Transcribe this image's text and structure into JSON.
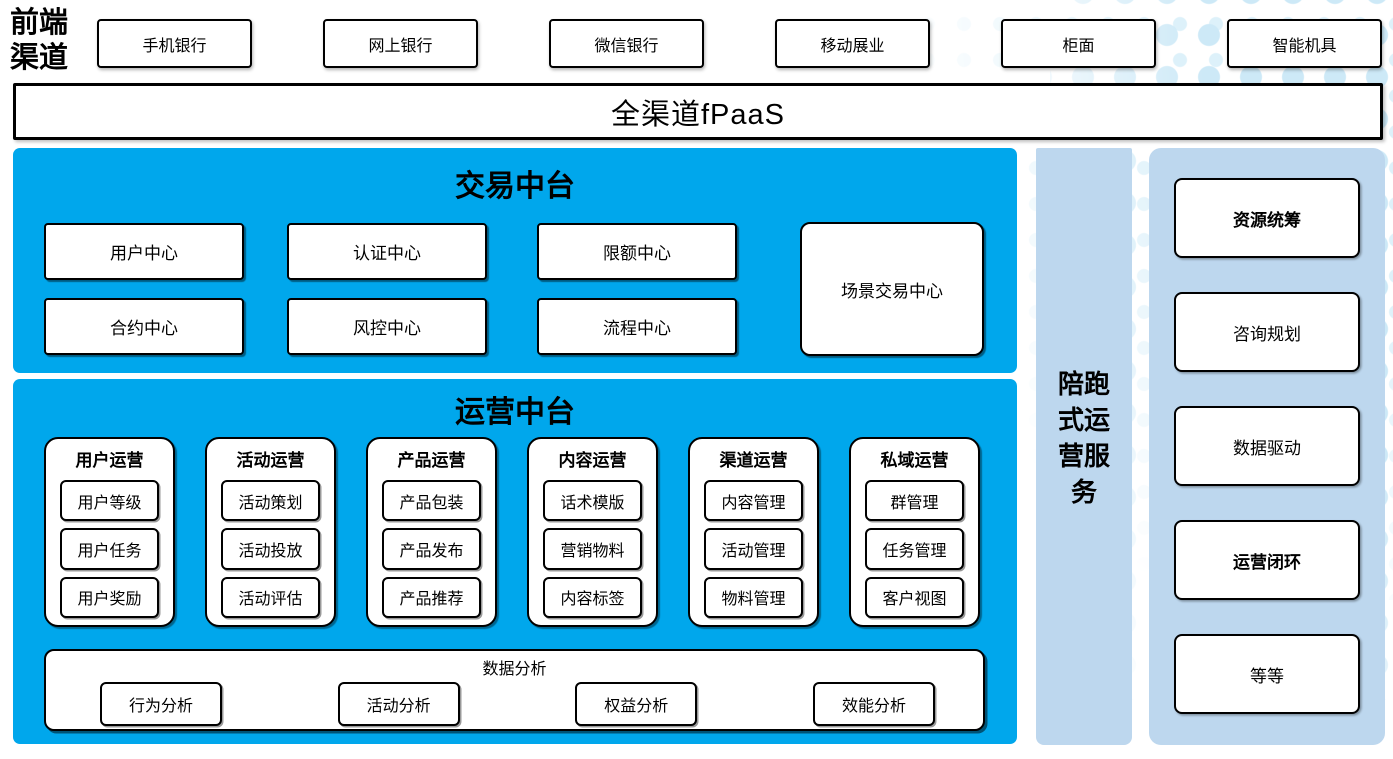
{
  "front_channels": {
    "label": "前端渠道",
    "items": [
      "手机银行",
      "网上银行",
      "微信银行",
      "移动展业",
      "柜面",
      "智能机具"
    ]
  },
  "fpaas": {
    "label": "全渠道fPaaS"
  },
  "trade_platform": {
    "title": "交易中台",
    "grid_items": [
      "用户中心",
      "认证中心",
      "限额中心",
      "合约中心",
      "风控中心",
      "流程中心"
    ],
    "tall_item": "场景交易中心"
  },
  "ops_platform": {
    "title": "运营中台",
    "columns": [
      {
        "title": "用户运营",
        "items": [
          "用户等级",
          "用户任务",
          "用户奖励"
        ]
      },
      {
        "title": "活动运营",
        "items": [
          "活动策划",
          "活动投放",
          "活动评估"
        ]
      },
      {
        "title": "产品运营",
        "items": [
          "产品包装",
          "产品发布",
          "产品推荐"
        ]
      },
      {
        "title": "内容运营",
        "items": [
          "话术模版",
          "营销物料",
          "内容标签"
        ]
      },
      {
        "title": "渠道运营",
        "items": [
          "内容管理",
          "活动管理",
          "物料管理"
        ]
      },
      {
        "title": "私域运营",
        "items": [
          "群管理",
          "任务管理",
          "客户视图"
        ]
      }
    ],
    "data_analysis": {
      "title": "数据分析",
      "items": [
        "行为分析",
        "活动分析",
        "权益分析",
        "效能分析"
      ]
    }
  },
  "side_service": {
    "label": "陪跑式运营服务"
  },
  "right_panel": {
    "items": [
      {
        "label": "资源统筹"
      },
      {
        "label": "咨询规划"
      },
      {
        "label": "数据驱动"
      },
      {
        "label": "运营闭环"
      },
      {
        "label": "等等"
      }
    ]
  },
  "colors": {
    "platform_blue": "#00A7EC",
    "panel_blue": "#BDD7EE",
    "dot_blue": "#CDE9F7",
    "dot_blue_light": "#DDF1FA"
  }
}
